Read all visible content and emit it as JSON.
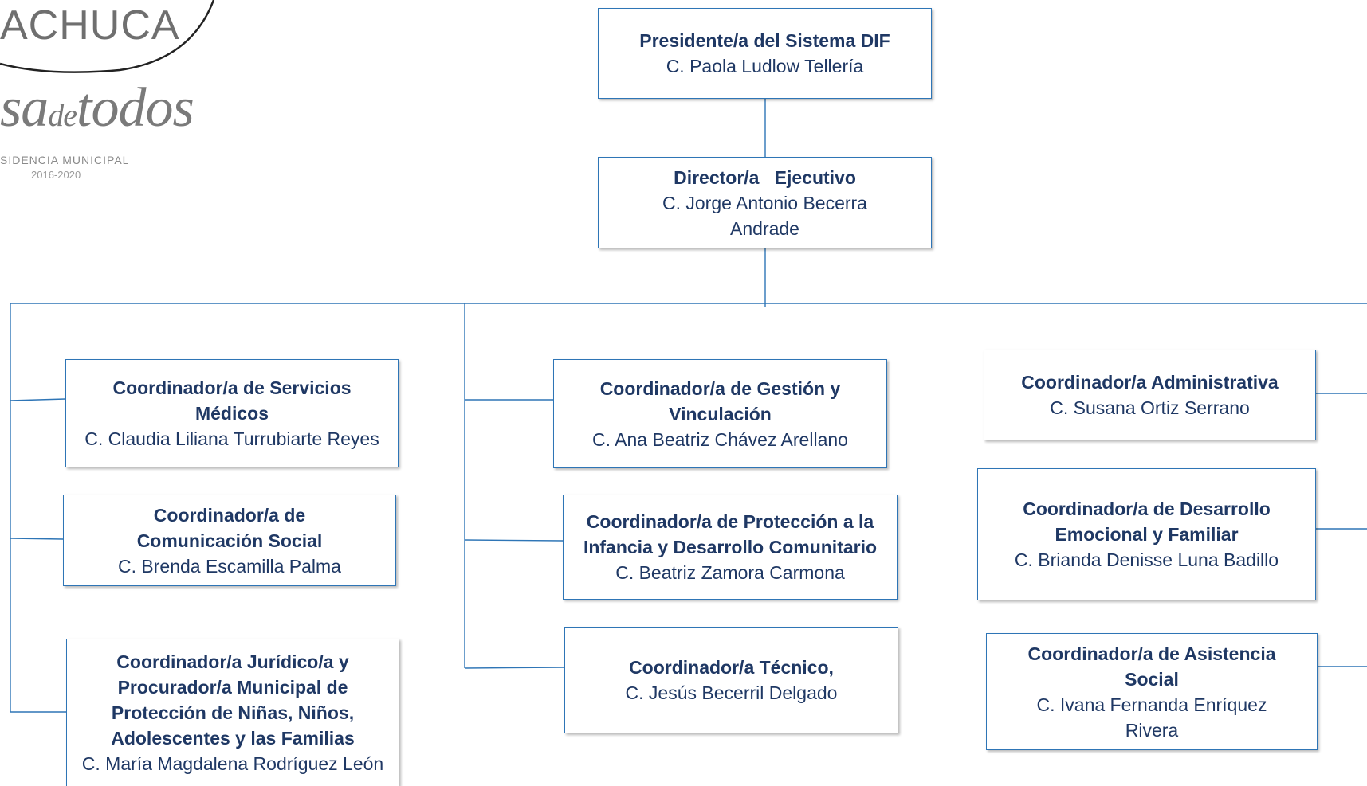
{
  "logo": {
    "city": "ACHUCA",
    "slogan_a": "sa",
    "slogan_b": "de",
    "slogan_c": "todos",
    "subtitle": "SIDENCIA MUNICIPAL",
    "years": "2016-2020"
  },
  "colors": {
    "border": "#2e75b6",
    "text": "#1f3864",
    "line": "#2e75b6"
  },
  "org": {
    "president": {
      "title": "Presidente/a del Sistema DIF",
      "name": "C. Paola Ludlow Tellería"
    },
    "director": {
      "title": "Director/a   Ejecutivo",
      "name": "C. Jorge Antonio Becerra Andrade"
    },
    "medical": {
      "title": "Coordinador/a de Servicios Médicos",
      "name": "C. Claudia Liliana Turrubiarte Reyes"
    },
    "communication": {
      "title": "Coordinador/a de Comunicación Social",
      "name": "C. Brenda Escamilla Palma"
    },
    "legal": {
      "title": "Coordinador/a Jurídico/a y Procurador/a Municipal de Protección de Niñas, Niños, Adolescentes y las Familias",
      "name": "C. María Magdalena Rodríguez León"
    },
    "management": {
      "title": "Coordinador/a de Gestión y Vinculación",
      "name": "C. Ana Beatriz Chávez Arellano"
    },
    "childhood": {
      "title": "Coordinador/a de Protección a la Infancia y Desarrollo Comunitario",
      "name": "C. Beatriz Zamora Carmona"
    },
    "technical": {
      "title": "Coordinador/a Técnico,",
      "name": "C. Jesús Becerril Delgado"
    },
    "administrative": {
      "title": "Coordinador/a Administrativa",
      "name": "C. Susana Ortiz Serrano"
    },
    "emotional": {
      "title": "Coordinador/a de Desarrollo Emocional y Familiar",
      "name": "C. Brianda Denisse Luna Badillo"
    },
    "assistance": {
      "title": "Coordinador/a de Asistencia Social",
      "name": "C. Ivana Fernanda Enríquez Rivera"
    }
  }
}
